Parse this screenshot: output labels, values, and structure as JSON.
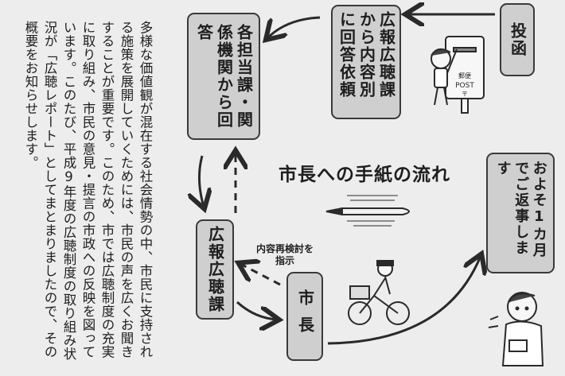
{
  "body_text": "多様な価値観が混在する社会情勢の中、市民に支持される施策を展開していくためには、市民の声を広くお聞きすることが重要です。このため、市では広聴制度の充実に取り組み、市民の意見・提言の市政への反映を図っています。このたび、平成9年度の広聴制度の取り組み状況が「広聴レポート」としてまとまりましたので、その概要をお知らせします。",
  "diagram": {
    "title": "市長への手紙の流れ",
    "nodes": {
      "toukan": "投函",
      "kouchou_ka": "広報広聴課から内容別に回答依頼",
      "kakutantou": "各担当課・関係機関から回答",
      "kouhou_kouchou": "広報広聴課",
      "shichou": "市長",
      "henji": "およそ1カ月でご返事します"
    },
    "note": "内容再検討を指示",
    "mailbox_labels": [
      "郵便",
      "POST",
      "〒"
    ]
  }
}
